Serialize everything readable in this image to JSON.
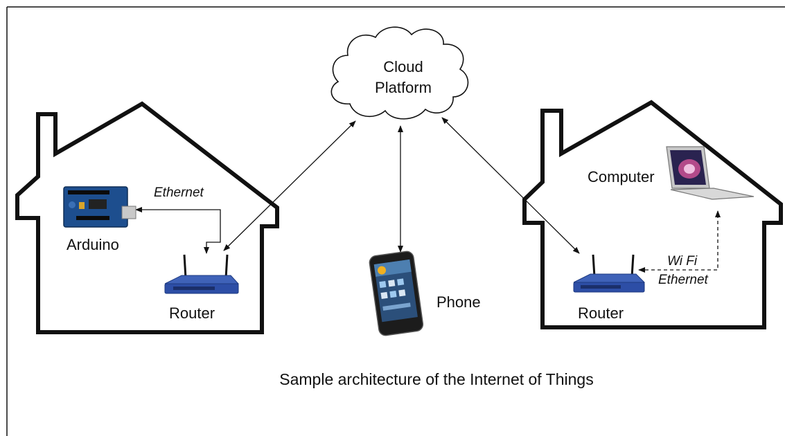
{
  "diagram": {
    "nodes": {
      "cloud": {
        "line1": "Cloud",
        "line2": "Platform"
      },
      "arduino": "Arduino",
      "router_left": "Router",
      "phone": "Phone",
      "computer": "Computer",
      "router_right": "Router"
    },
    "links": {
      "ethernet_left": "Ethernet",
      "wifi": "Wi Fi",
      "ethernet_right": "Ethernet"
    },
    "caption": "Sample architecture of the Internet of Things"
  }
}
